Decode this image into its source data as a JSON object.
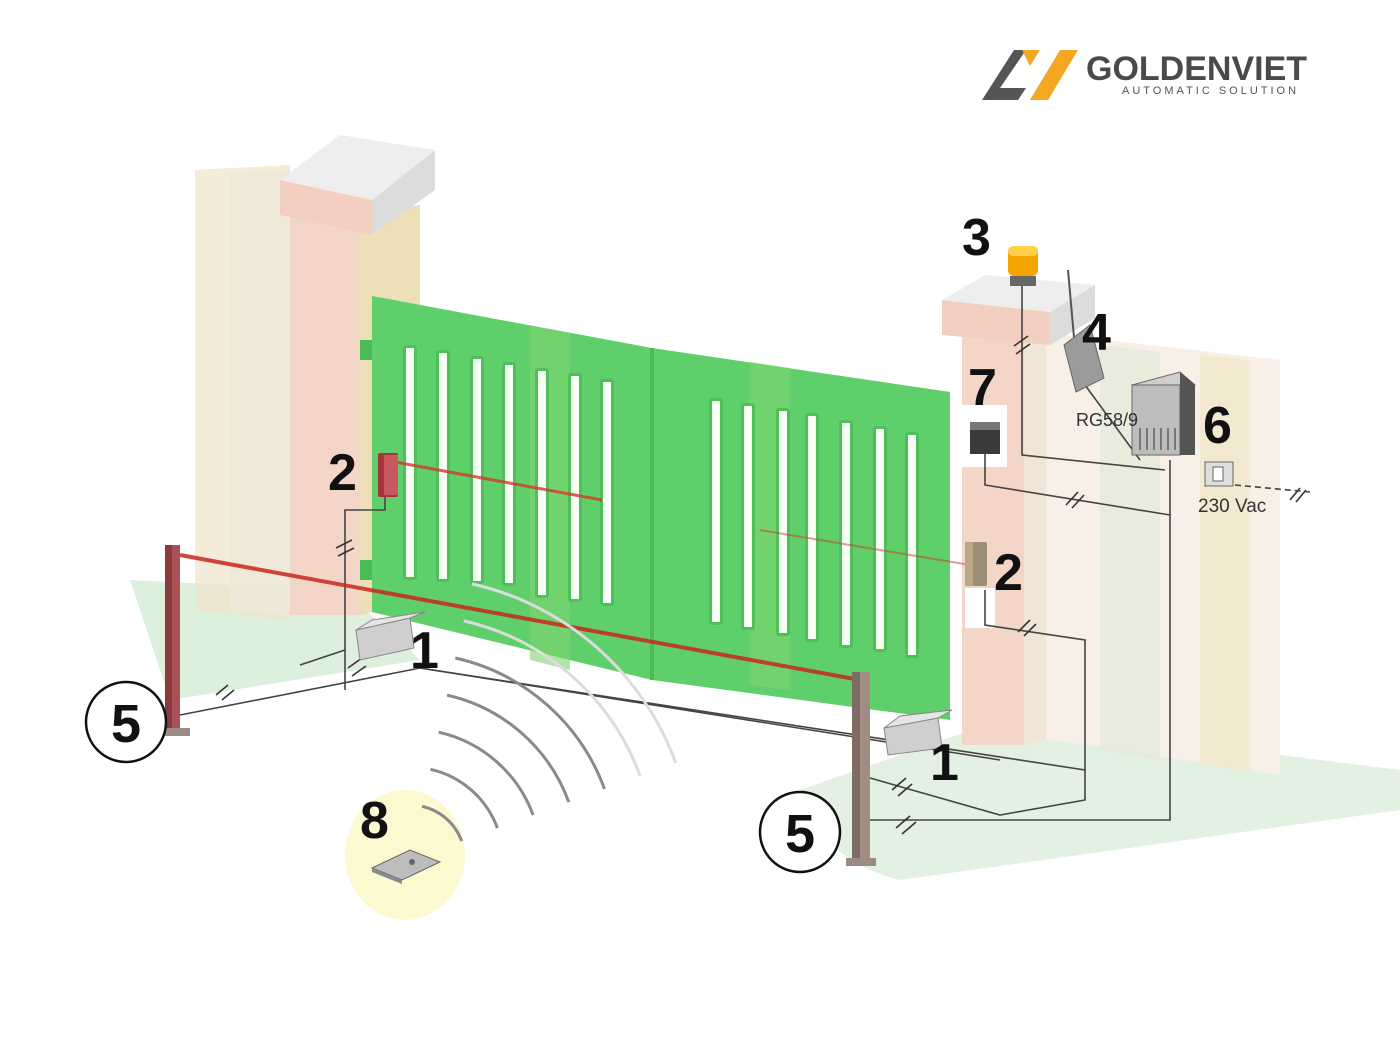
{
  "brand": {
    "name": "GOLDENVIET",
    "tagline": "AUTOMATIC SOLUTION",
    "colors": {
      "gold": "#f5a623",
      "grey": "#555555"
    }
  },
  "labels": {
    "motor_left": "1",
    "motor_right": "1",
    "photocell_left": "2",
    "photocell_right": "2",
    "flashing_light": "3",
    "antenna": "4",
    "post_left": "5",
    "post_right": "5",
    "control_box": "6",
    "key_selector": "7",
    "remote": "8"
  },
  "texts": {
    "cable_spec": "RG58/9",
    "power": "230 Vac"
  },
  "colors": {
    "gate": "#5fcf6b",
    "gate_dark": "#4bbb57",
    "pillar": "#f3d6c8",
    "beam": "#c8281e",
    "light": "#f5a300",
    "ground": "#cfe8cf"
  }
}
